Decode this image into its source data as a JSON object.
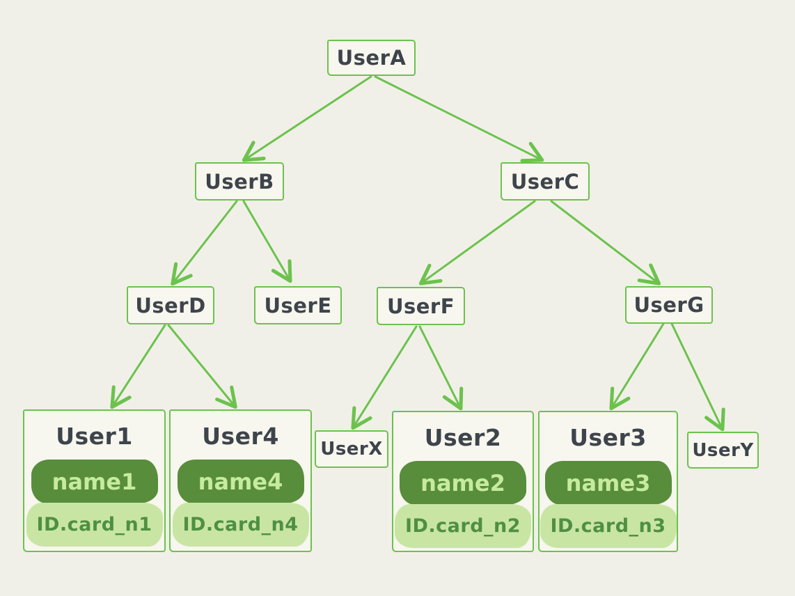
{
  "diagram": {
    "title": "user-hierarchy-tree",
    "colors": {
      "background": "#f1f0e8",
      "accent_green": "#6cc24d",
      "node_text": "#3e444b",
      "dark_pill_fill": "#588d3b",
      "dark_pill_text": "#c6eb9f",
      "light_pill_fill": "#c9e5a3",
      "light_pill_text": "#4e9043"
    },
    "nodes": {
      "userA": {
        "label": "UserA"
      },
      "userB": {
        "label": "UserB"
      },
      "userC": {
        "label": "UserC"
      },
      "userD": {
        "label": "UserD"
      },
      "userE": {
        "label": "UserE"
      },
      "userF": {
        "label": "UserF"
      },
      "userG": {
        "label": "UserG"
      },
      "userX": {
        "label": "UserX"
      },
      "userY": {
        "label": "UserY"
      },
      "user1": {
        "title": "User1",
        "name": "name1",
        "id_card": "ID.card_n1"
      },
      "user4": {
        "title": "User4",
        "name": "name4",
        "id_card": "ID.card_n4"
      },
      "user2": {
        "title": "User2",
        "name": "name2",
        "id_card": "ID.card_n2"
      },
      "user3": {
        "title": "User3",
        "name": "name3",
        "id_card": "ID.card_n3"
      }
    },
    "edges": [
      {
        "from": "UserA",
        "to": "UserB"
      },
      {
        "from": "UserA",
        "to": "UserC"
      },
      {
        "from": "UserB",
        "to": "UserD"
      },
      {
        "from": "UserB",
        "to": "UserE"
      },
      {
        "from": "UserC",
        "to": "UserF"
      },
      {
        "from": "UserC",
        "to": "UserG"
      },
      {
        "from": "UserD",
        "to": "User1"
      },
      {
        "from": "UserD",
        "to": "User4"
      },
      {
        "from": "UserF",
        "to": "UserX"
      },
      {
        "from": "UserF",
        "to": "User2"
      },
      {
        "from": "UserG",
        "to": "User3"
      },
      {
        "from": "UserG",
        "to": "UserY"
      }
    ]
  }
}
